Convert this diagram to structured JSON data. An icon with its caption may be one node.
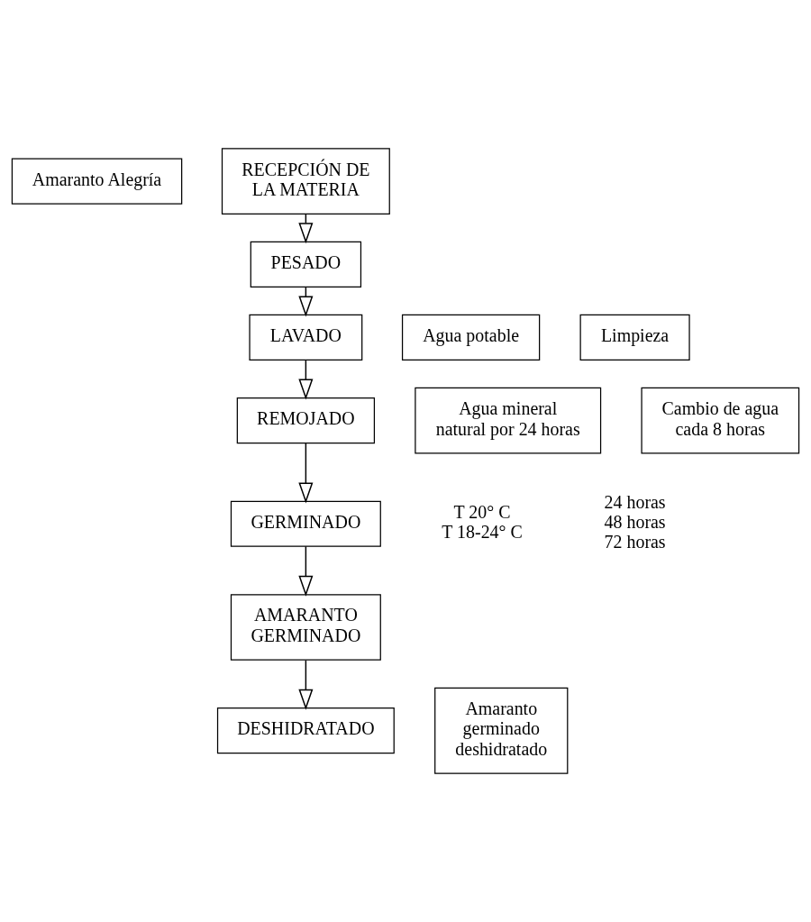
{
  "diagram": {
    "nodes": [
      {
        "text": [
          "Amaranto Alegría"
        ]
      },
      {
        "text": [
          "RECEPCIÓN DE LA MATERIA"
        ]
      },
      {
        "text": [
          "PESADO"
        ]
      },
      {
        "text": [
          "Agua potable"
        ]
      },
      {
        "text": [
          "LAVADO"
        ]
      },
      {
        "text": [
          "Limpieza"
        ]
      },
      {
        "text": [
          "Agua mineral natural por 24 horas"
        ]
      },
      {
        "text": [
          "REMOJADO"
        ]
      },
      {
        "text": [
          "Cambio de agua cada 8 horas"
        ]
      },
      {
        "text": [
          "GERMINADO"
        ],
        "beside": [
          "T 20° C",
          "T 18-24° C",
          "24 horas",
          "48 horas",
          "72 horas"
        ]
      },
      {
        "text": [
          "AMARANTO GERMINADO"
        ]
      },
      {
        "text": [
          "DESHIDRATADO"
        ]
      },
      {
        "text": [
          "Amaranto germinado deshidratado"
        ]
      }
    ],
    "edges": [
      {
        "from": 1,
        "to": 2,
        "arrow": "to"
      },
      {
        "from": 2,
        "to": 4,
        "arrow": "to"
      },
      {
        "from": 4,
        "to": 7,
        "arrow": "to"
      },
      {
        "from": 7,
        "to": 9,
        "arrow": "to"
      },
      {
        "from": 9,
        "to": 10,
        "arrow": "to"
      },
      {
        "from": 10,
        "to": 11,
        "arrow": "to"
      }
    ]
  }
}
